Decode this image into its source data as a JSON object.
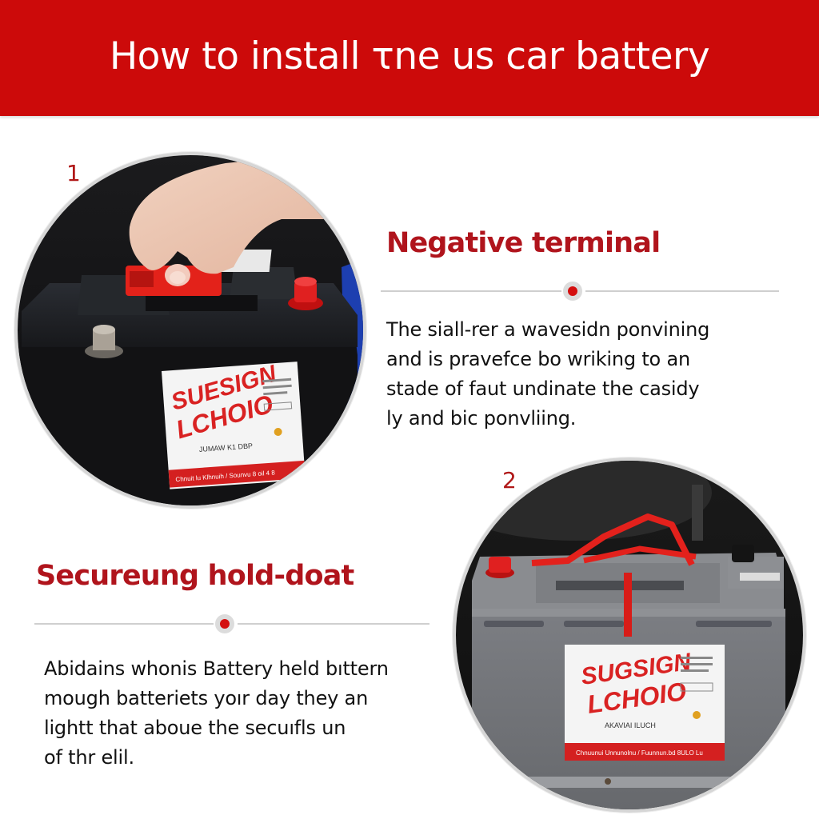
{
  "header": {
    "title": "How to install τne us car battery",
    "background_color": "#cc0a0a"
  },
  "steps": [
    {
      "number": "1",
      "image_alt": "Hand removing red terminal clamp from black car battery",
      "battery_label": {
        "brand_line1": "SUESIGN",
        "brand_line2": "LCHOIO",
        "subline": "JUMAW K1 DBP",
        "footer": "Chnuit lu   Klhnuih / Sounvu 8 oil 4 8"
      }
    },
    {
      "number": "2",
      "image_alt": "Grey car battery with red hold-down bracket installed in engine bay",
      "battery_label": {
        "brand_line1": "SUGSIGN",
        "brand_line2": "LCHOIO",
        "subline": "AKAVIAI ILUCH",
        "footer": "Chnuunui   Unnunolnu / Fuunnun.bd 8ULO Lu"
      }
    }
  ],
  "sections": [
    {
      "title": "Negative terminal",
      "lines": [
        "The siall-rer a wavesidn ponvining",
        "and is pravefce bo wriking to an",
        "stade of faut undinate the casidy",
        "ly and bic ponvliing."
      ]
    },
    {
      "title": "Secureung hold-doat",
      "lines": [
        "Abidains whonis Battery held bıttern",
        "mough batteriets yoır day they an",
        "lightt that aboue the secuıfls un",
        "of thr elil."
      ]
    }
  ],
  "colors": {
    "accent_red": "#cc0a0a",
    "title_red": "#b0141c",
    "divider_gray": "#cfcfcf",
    "dot_red": "#d40f0f",
    "text": "#111111"
  }
}
